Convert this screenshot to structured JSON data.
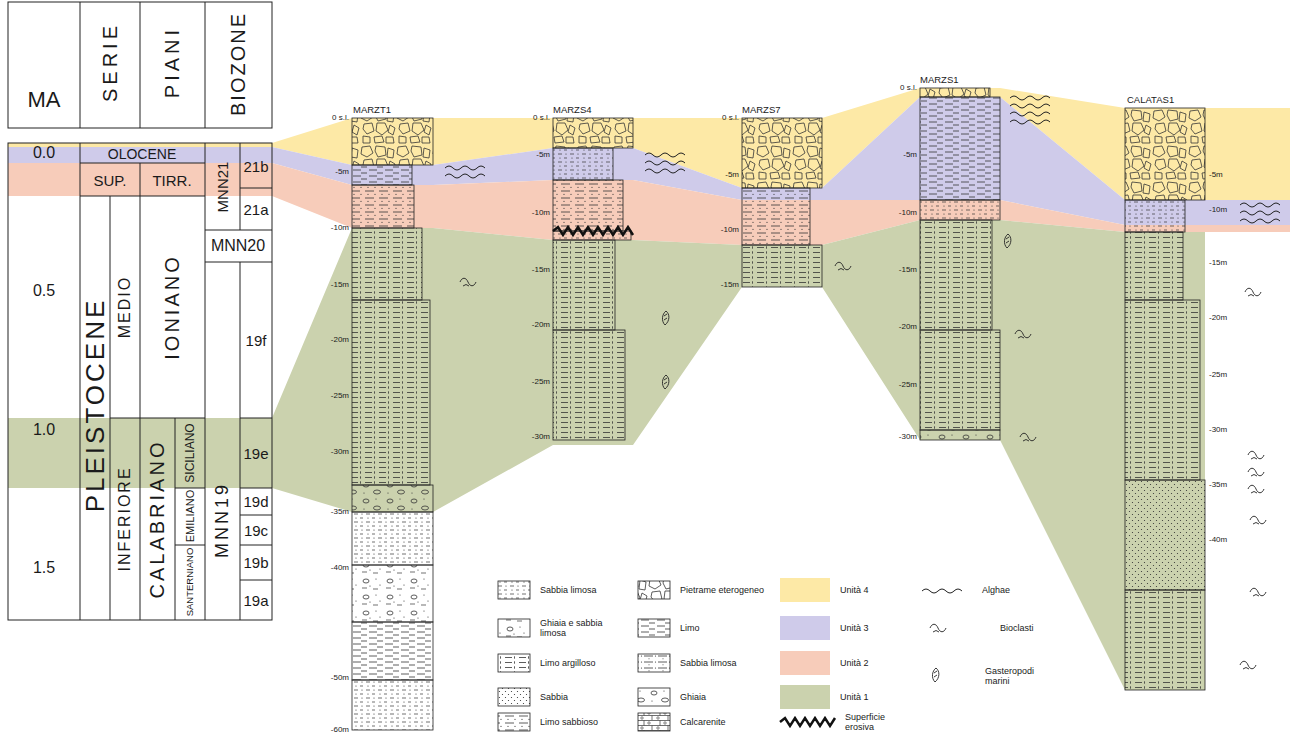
{
  "diagram": {
    "labels": [
      "MA",
      "SERIE",
      "PIANI",
      "BIOZONE",
      "0.0",
      "OLOCENE",
      "SUP.",
      "TIRR.",
      "MNN21",
      "21b",
      "21a",
      "MNN20",
      "PLEISTOCENE",
      "MEDIO",
      "IONIANO",
      "0.5",
      "19f",
      "1.0",
      "CALABRIANO",
      "SICILIANO",
      "19e",
      "MNN19",
      "INFERIORE",
      "EMILIANO",
      "19d",
      "19c",
      "1.5",
      "19b",
      "SANTERNIANO",
      "19a",
      "MARZT1",
      "0 s.l.",
      "-5m",
      "-10m",
      "-15m",
      "-20m",
      "-25m",
      "-30m",
      "-35m",
      "-40m",
      "-50m",
      "-60m",
      "MARZS4",
      "0 s.l.",
      "-5m",
      "-10m",
      "-15m",
      "-20m",
      "-25m",
      "-30m",
      "MARZS7",
      "0 s.l.",
      "-5m",
      "-10m",
      "-15m",
      "MARZS1",
      "0 s.l.",
      "-5m",
      "-10m",
      "-15m",
      "-20m",
      "-25m",
      "-30m",
      "CALATAS1",
      "-5m",
      "-10m",
      "-15m",
      "-20m",
      "-25m",
      "-30m",
      "-35m",
      "-40m"
    ],
    "legend": [
      {
        "text": "Sabbia limosa"
      },
      {
        "text": "Pietrame eterogeneo"
      },
      {
        "text": "Unità 4",
        "color": "#fde9a6"
      },
      {
        "text": "Alghae"
      },
      {
        "text": "Ghiaia e sabbia limosa"
      },
      {
        "text": "Limo"
      },
      {
        "text": "Unità 3",
        "color": "#cfcbea"
      },
      {
        "text": "Bioclasti"
      },
      {
        "text": "Limo argilloso"
      },
      {
        "text": "Sabbia limosa"
      },
      {
        "text": "Unità 2",
        "color": "#f7ccba"
      },
      {
        "text": "Gasteropodi marini"
      },
      {
        "text": "Sabbia"
      },
      {
        "text": "Ghiaia"
      },
      {
        "text": "Unità 1",
        "color": "#cbd2ae"
      },
      {
        "text": "Limo sabbioso"
      },
      {
        "text": "Calcarenite"
      },
      {
        "text": "Superficie erosiva"
      }
    ]
  }
}
